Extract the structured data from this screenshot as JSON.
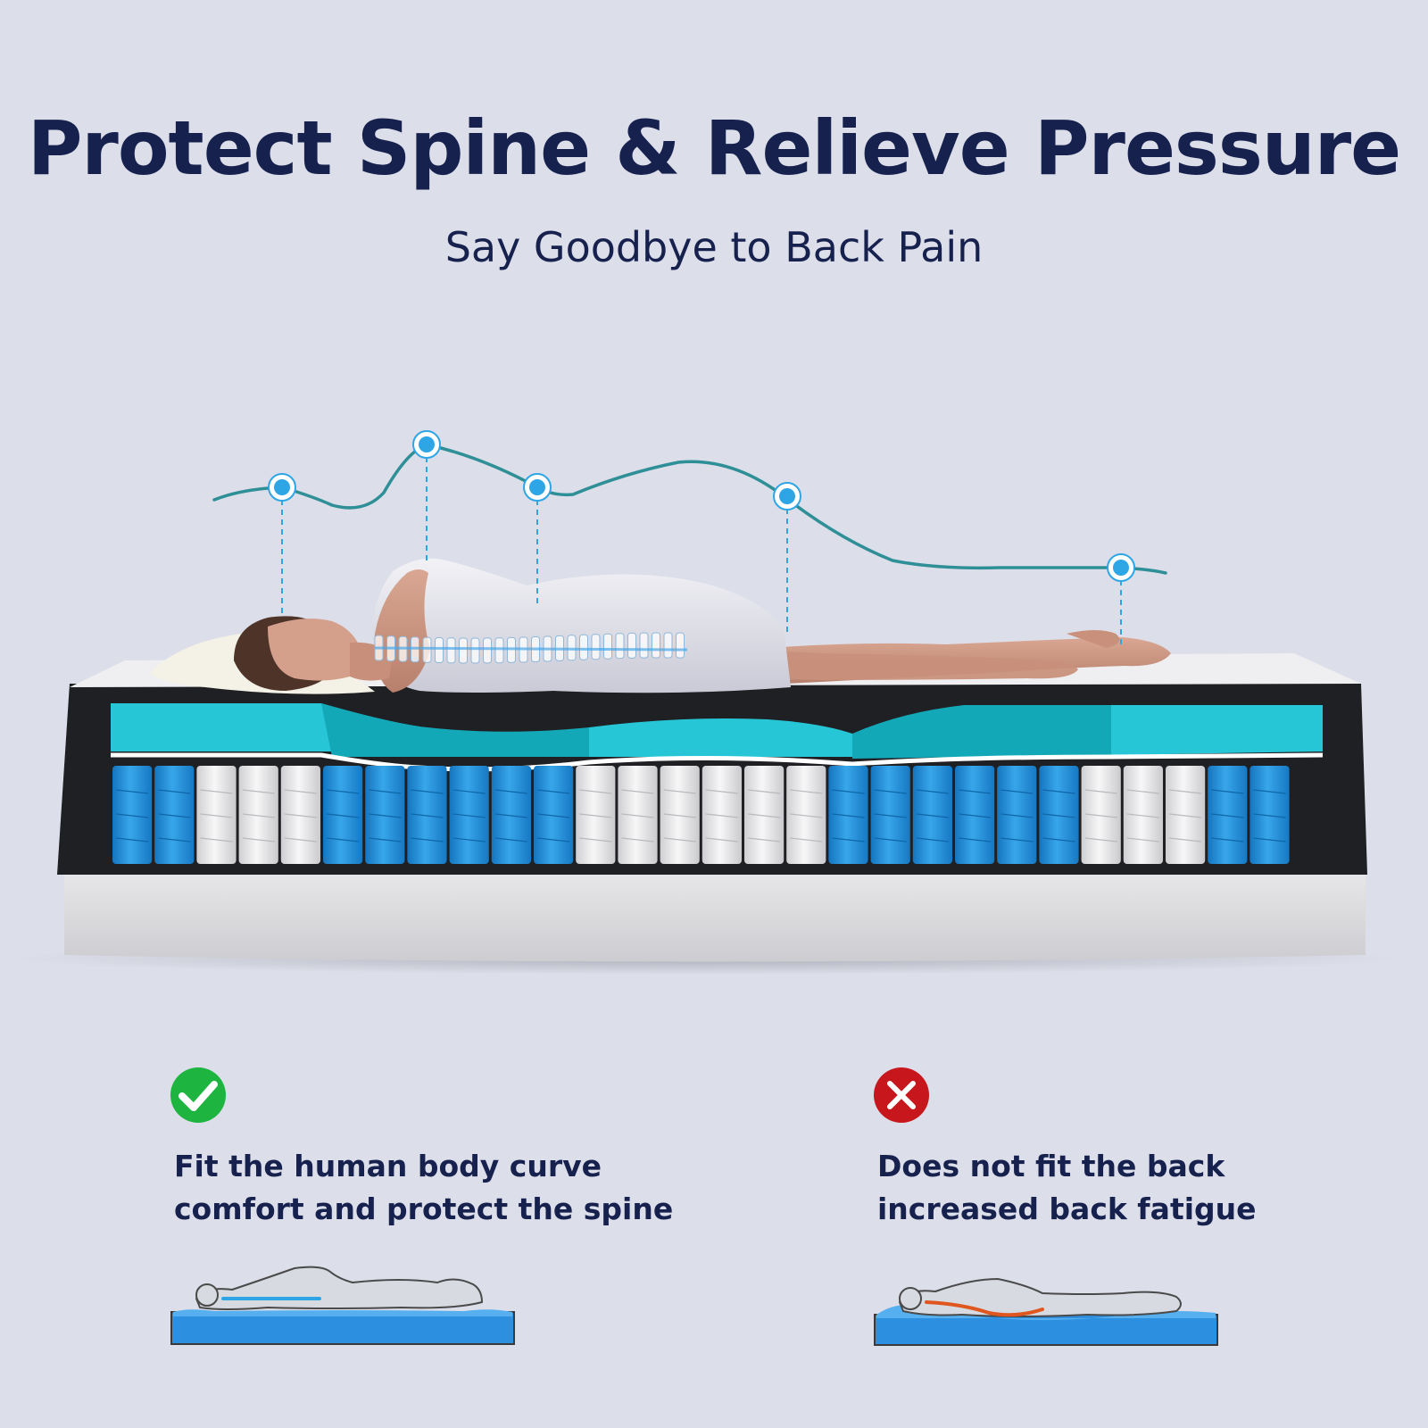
{
  "header": {
    "title": "Protect Spine & Relieve Pressure",
    "subtitle": "Say Goodbye to Back Pain"
  },
  "illustration": {
    "scene": "mattress cross-section with pocket springs and a woman lying on top, spine contour curve above",
    "curve_color": "#2f8f97",
    "marker_color": "#2ea6e6",
    "icons": [
      "woman-lying-on-mattress",
      "spine-skeleton",
      "pocket-spring-coils",
      "memory-foam-layer"
    ]
  },
  "comparison": {
    "good": {
      "icon": "check-icon",
      "icon_color": "#1db53f",
      "line1": "Fit the human body curve",
      "line2": "comfort and protect the spine"
    },
    "bad": {
      "icon": "cross-icon",
      "icon_color": "#c8161d",
      "line1": "Does not fit the back",
      "line2": "increased back fatigue"
    }
  },
  "colors": {
    "background": "#dcdee9",
    "text": "#16214e",
    "foam_teal": "#28c9d8",
    "spring_blue": "#1e8fd8"
  }
}
